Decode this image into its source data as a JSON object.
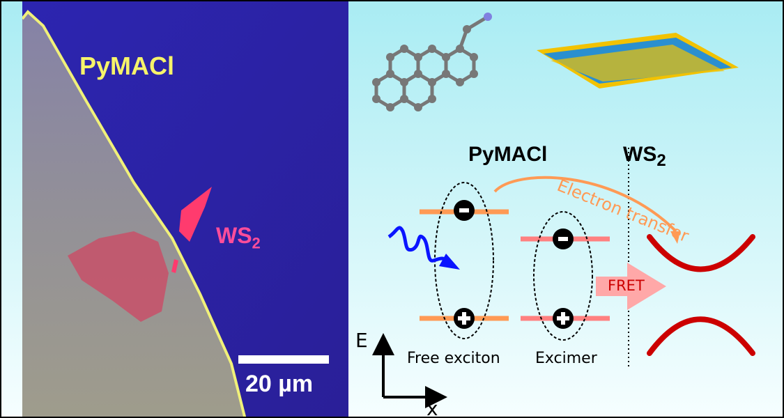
{
  "micrograph": {
    "material_label": "PyMACl",
    "flake_label": "WS",
    "flake_label_sub": "2",
    "scale_bar_label": "20 µm"
  },
  "diagram": {
    "left_title": "PyMACl",
    "right_title": "WS",
    "right_title_sub": "2",
    "electron_transfer_label": "Electron transfer",
    "fret_label": "FRET",
    "free_exciton_label": "Free exciton",
    "excimer_label": "Excimer",
    "axis_e_label": "E",
    "axis_x_label": "x",
    "minus_symbol": "−",
    "plus_symbol": "+"
  },
  "colors": {
    "orange": "#ff9a55",
    "pink": "#ff8080",
    "red": "#cc0000",
    "blue": "#0a14ff",
    "micro_bg": "#2a22a6",
    "yellow_label": "#f6f36a",
    "ws2_label": "#ff4d9a"
  }
}
